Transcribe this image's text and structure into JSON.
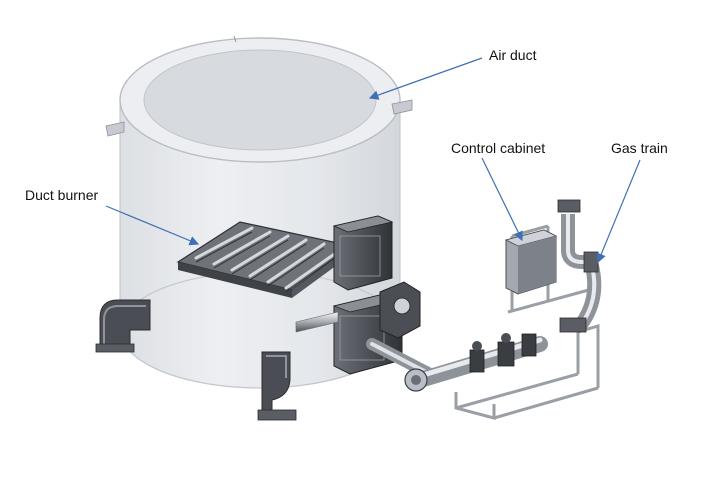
{
  "labels": {
    "air_duct": "Air duct",
    "duct_burner": "Duct burner",
    "control_cabinet": "Control cabinet",
    "gas_train": "Gas train"
  },
  "colors": {
    "arrow": "#3f6fb5",
    "duct_fill": "#e6e8ec",
    "duct_stroke": "#b9bec6",
    "metal_dark": "#3c3f44",
    "metal_mid": "#8a8f96",
    "metal_light": "#cfd3d8"
  }
}
